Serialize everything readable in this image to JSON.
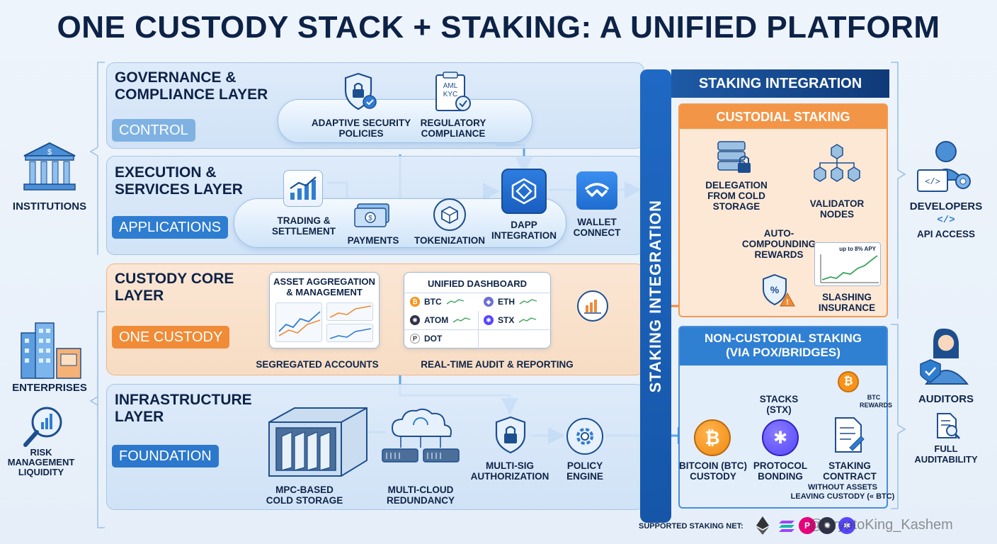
{
  "title": "ONE CUSTODY STACK + STAKING: A UNIFIED PLATFORM",
  "left_stakeholders": {
    "institutions": "INSTITUTIONS",
    "enterprises": "ENTERPRISES",
    "risk": [
      "RISK",
      "MANAGEMENT",
      "LIQUIDITY"
    ]
  },
  "right_stakeholders": {
    "developers": "DEVELOPERS",
    "api_access": "API ACCESS",
    "auditors": "AUDITORS",
    "full_auditability": [
      "FULL",
      "AUDITABILITY"
    ]
  },
  "governance": {
    "title": [
      "GOVERNANCE &",
      "COMPLIANCE LAYER"
    ],
    "tag": "CONTROL",
    "aml_text": [
      "AML",
      "KYC"
    ],
    "items": [
      {
        "label": [
          "ADAPTIVE SECURITY",
          "POLICIES"
        ],
        "icon": "shield-lock-icon"
      },
      {
        "label": [
          "REGULATORY",
          "COMPLIANCE"
        ],
        "icon": "clipboard-check-icon"
      }
    ]
  },
  "execution": {
    "title": [
      "EXECUTION &",
      "SERVICES LAYER"
    ],
    "tag": "APPLICATIONS",
    "items": [
      {
        "label": [
          "TRADING &",
          "SETTLEMENT"
        ],
        "icon": "chart-icon"
      },
      {
        "label": [
          "PAYMENTS"
        ],
        "icon": "cash-icon"
      },
      {
        "label": [
          "TOKENIZATION"
        ],
        "icon": "cube-icon"
      },
      {
        "label": [
          "DAPP",
          "INTEGRATION"
        ],
        "icon": "dapp-icon"
      },
      {
        "label": [
          "WALLET",
          "CONNECT"
        ],
        "icon": "walletconnect-icon"
      }
    ]
  },
  "custody_core": {
    "title": [
      "CUSTODY CORE",
      "LAYER"
    ],
    "tag": "ONE CUSTODY",
    "aggregation_title": [
      "ASSET AGGREGATION",
      "& MANAGEMENT"
    ],
    "dashboard_title": "UNIFIED DASHBOARD",
    "assets": [
      {
        "symbol": "BTC",
        "glyph": "₿",
        "color": "#f7931a"
      },
      {
        "symbol": "ETH",
        "glyph": "◆",
        "color": "#6b6fd6"
      },
      {
        "symbol": "ATOM",
        "glyph": "✺",
        "color": "#2e3148"
      },
      {
        "symbol": "STX",
        "glyph": "✱",
        "color": "#5546ff"
      },
      {
        "symbol": "DOT",
        "glyph": "P",
        "color": "#e6007a"
      }
    ],
    "segregated": "SEGREGATED ACCOUNTS",
    "audit": "REAL-TIME AUDIT & REPORTING"
  },
  "infrastructure": {
    "title": [
      "INFRASTRUCTURE",
      "LAYER"
    ],
    "tag": "FOUNDATION",
    "items": [
      {
        "label": [
          "MPC-BASED",
          "COLD STORAGE"
        ],
        "icon": "vault-icon"
      },
      {
        "label": [
          "MULTI-CLOUD",
          "REDUNDANCY"
        ],
        "icon": "cloud-icon"
      },
      {
        "label": [
          "MULTI-SIG",
          "AUTHORIZATION"
        ],
        "icon": "shield-lock-icon"
      },
      {
        "label": [
          "POLICY",
          "ENGINE"
        ],
        "icon": "gear-icon"
      }
    ]
  },
  "staking": {
    "vertical_label": "STAKING INTEGRATION",
    "header": "STAKING INTEGRATION",
    "custodial": {
      "title": "CUSTODIAL STAKING",
      "delegation": [
        "DELEGATION",
        "FROM COLD",
        "STORAGE"
      ],
      "validators": [
        "VALIDATOR",
        "NODES"
      ],
      "auto": [
        "AUTO-",
        "COMPOUNDING",
        "REWARDS"
      ],
      "apy": "up to 8% APY",
      "slashing": [
        "SLASHING",
        "INSURANCE"
      ]
    },
    "noncustodial": {
      "title": [
        "NON-CUSTODIAL STAKING",
        "(VIA POX/BRIDGES)"
      ],
      "stacks": [
        "STACKS",
        "(STX)"
      ],
      "btc_rewards": [
        "BTC",
        "REWARDS"
      ],
      "btc_custody": [
        "BITCOIN (BTC)",
        "CUSTODY"
      ],
      "bonding": [
        "PROTOCOL",
        "BONDING"
      ],
      "contract": [
        "STAKING",
        "CONTRACT"
      ],
      "note": [
        "WITHOUT ASSETS",
        "LEAVING CUSTODY (« BTC)"
      ]
    }
  },
  "footer": {
    "supported": "SUPPORTED STAKING NET:",
    "watermark": "@CryptoKing_Kashem"
  },
  "colors": {
    "navy": "#0d2247",
    "blue": "#2f7dd1",
    "orange": "#f08b37",
    "light_blue": "#7fb2e2"
  }
}
